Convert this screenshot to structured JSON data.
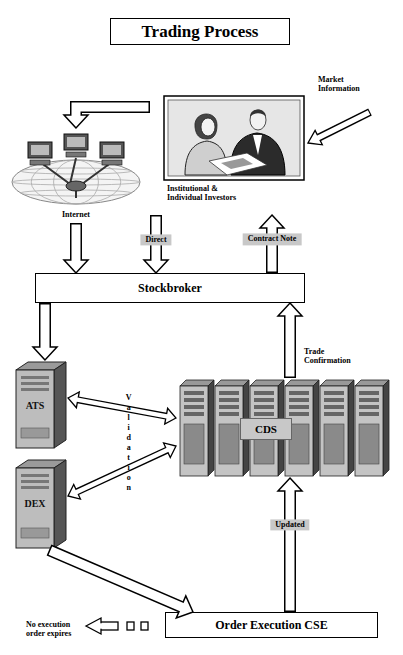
{
  "diagram": {
    "title": "Trading Process",
    "nodes": [
      {
        "text": [
          "Institutional & Individual Investors"
        ]
      },
      {
        "text": [
          "Internet"
        ]
      },
      {
        "text": [
          "Stockbroker"
        ]
      },
      {
        "text": [
          "ATS"
        ]
      },
      {
        "text": [
          "CDS"
        ]
      },
      {
        "text": [
          "DEX"
        ]
      },
      {
        "text": [
          "Order Execution CSE"
        ]
      }
    ],
    "edges": [
      {
        "from": 0,
        "to": 1,
        "arrow": "to"
      },
      {
        "from": 1,
        "to": 2,
        "arrow": "to"
      },
      {
        "from": 0,
        "to": 2,
        "label": "Direct",
        "arrow": "to"
      },
      {
        "from": 2,
        "to": 0,
        "label": "Contract Note",
        "arrow": "to"
      },
      {
        "from": 2,
        "to": 3,
        "arrow": "to"
      },
      {
        "from": 3,
        "to": 4,
        "arrow": "both"
      },
      {
        "from": 5,
        "to": 4,
        "arrow": "both"
      },
      {
        "from": 5,
        "to": 6,
        "arrow": "to"
      },
      {
        "from": 6,
        "to": 4,
        "label": "Updated",
        "arrow": "to"
      },
      {
        "from": 4,
        "to": 2,
        "label": "Trade Confirmation",
        "arrow": "to"
      }
    ],
    "labels": [
      "Market Information",
      "Validation",
      "No execution order expires"
    ]
  }
}
